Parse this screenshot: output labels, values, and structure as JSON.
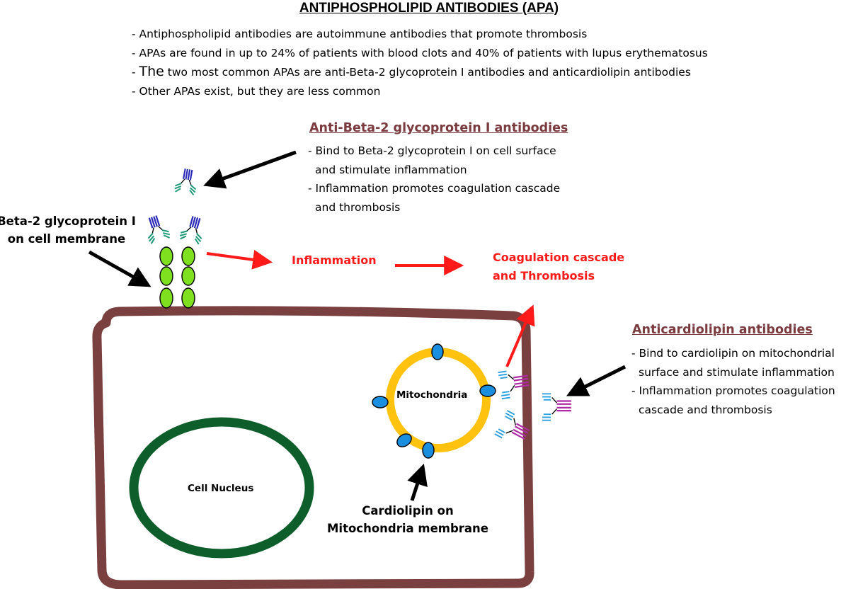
{
  "title": "ANTIPHOSPHOLIPID ANTIBODIES (APA)",
  "intro": [
    "- Antiphospholipid antibodies are autoimmune antibodies that promote thrombosis",
    "- APAs are found in up to 24% of patients with blood clots and 40% of patients with lupus erythematosus",
    {
      "lead_prefix": "- ",
      "lead_word": "The",
      "rest": " two most common APAs are anti-Beta-2 glycoprotein I antibodies and anticardiolipin antibodies"
    },
    "- Other APAs exist, but they are less common"
  ],
  "beta2_section": {
    "heading": "Anti-Beta-2 glycoprotein I antibodies",
    "lines": [
      "- Bind to Beta-2 glycoprotein I on cell surface",
      "and stimulate inflammation",
      "- Inflammation promotes coagulation cascade",
      "and thrombosis"
    ]
  },
  "acl_section": {
    "heading": "Anticardiolipin antibodies",
    "lines": [
      "- Bind to cardiolipin on mitochondrial",
      "surface and stimulate inflammation",
      "- Inflammation promotes coagulation",
      "cascade and thrombosis"
    ]
  },
  "labels": {
    "beta2_membrane": [
      "Beta-2 glycoprotein I",
      "on cell membrane"
    ],
    "inflammation": "Inflammation",
    "coagulation": [
      "Coagulation cascade",
      "and Thrombosis"
    ],
    "mitochondria": "Mitochondria",
    "nucleus": "Cell Nucleus",
    "cardiolipin": [
      "Cardiolipin on",
      "Mitochondria membrane"
    ]
  },
  "colors": {
    "cell_membrane": "#7a3f3f",
    "nucleus": "#0e5e2c",
    "mitochondria": "#ffc20e",
    "glycoprotein": "#7ee01e",
    "cardiolipin": "#1a8fe0",
    "arrow_red": "#ff1a1a",
    "heading": "#7a3a3e",
    "antibody_heavy_beta2": "#2a2ab8",
    "antibody_light_beta2": "#1f9a7a",
    "antibody_heavy_acl": "#b02aa8",
    "antibody_light_acl": "#2aa0e0"
  }
}
